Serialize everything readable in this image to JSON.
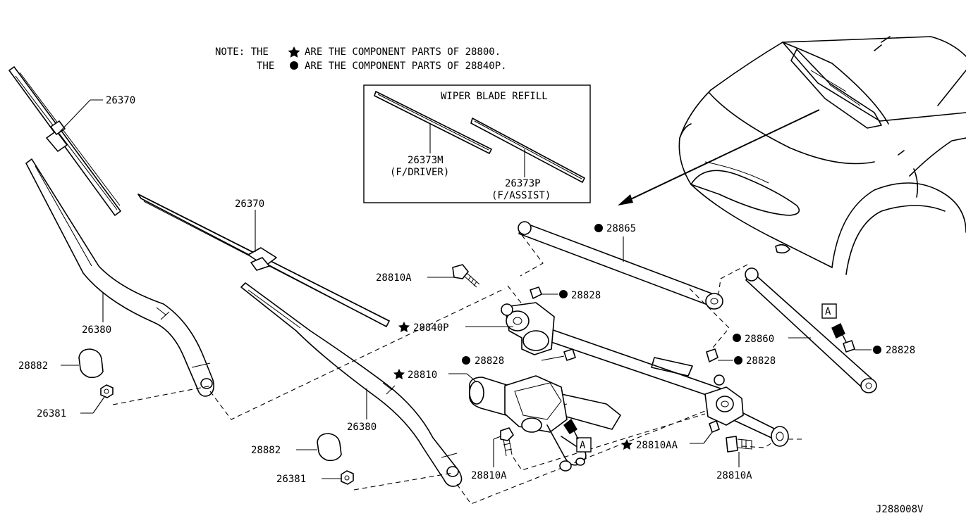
{
  "note": {
    "line1_prefix": "NOTE: THE",
    "line1_suffix": "ARE THE COMPONENT PARTS OF 28800.",
    "line2_prefix": "THE",
    "line2_suffix": "ARE THE COMPONENT PARTS OF 28840P."
  },
  "refill_box": {
    "title": "WIPER BLADE REFILL",
    "driver_part": "26373M",
    "driver_desc": "(F/DRIVER)",
    "assist_part": "26373P",
    "assist_desc": "(F/ASSIST)"
  },
  "callouts": {
    "blade_driver": "26370",
    "blade_assist": "26370",
    "arm_left": "26380",
    "arm_right": "26380",
    "cap_left": "28882",
    "cap_right": "28882",
    "nut_left": "26381",
    "nut_right": "26381",
    "bolt_top": "28810A",
    "bolt_bottom_right": "28810A",
    "bolt_bottom_mid": "28810A",
    "bolt_aa": "28810AA",
    "motor": "28810",
    "linkage_assy": "28840P",
    "link_rod_upper": "28865",
    "link_rod_right": "28860",
    "bushing_top": "28828",
    "bushing_left": "28828",
    "bushing_mid": "28828",
    "bushing_right": "28828",
    "view_a_upper": "A",
    "view_a_lower": "A"
  },
  "diagram_code": "J288008V"
}
